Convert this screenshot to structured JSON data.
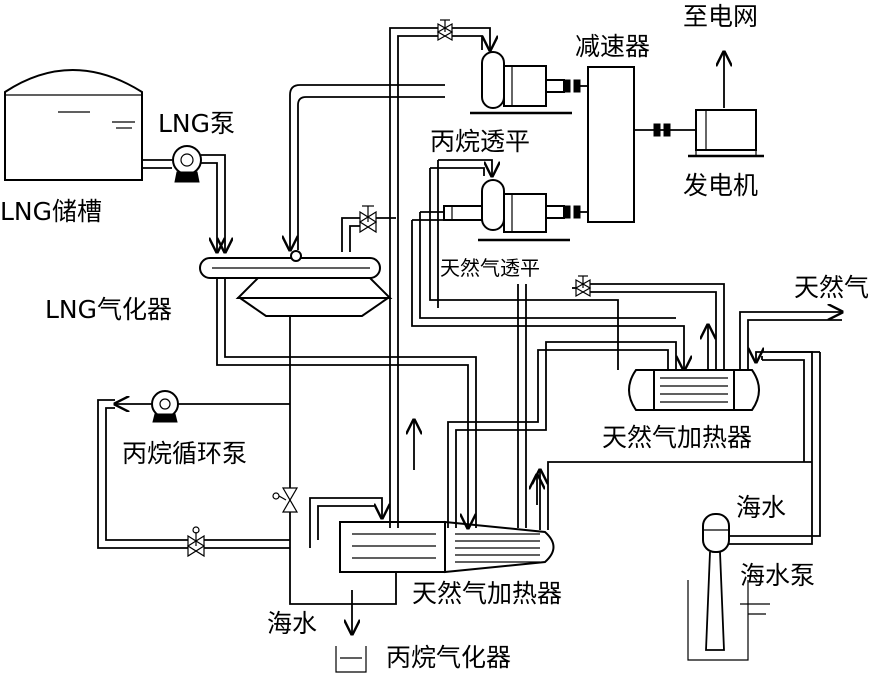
{
  "labels": {
    "lng_tank": "LNG储槽",
    "lng_pump": "LNG泵",
    "lng_vaporizer": "LNG气化器",
    "propane_circulation_pump": "丙烷循环泵",
    "gas_heater_bottom": "天然气加热器",
    "gas_heater_right": "天然气加热器",
    "seawater_left": "海水",
    "seawater_right": "海水",
    "seawater_pump": "海水泵",
    "propane_vaporizer": "丙烷气化器",
    "reducer": "减速器",
    "to_grid": "至电网",
    "generator": "发电机",
    "propane_turbine": "丙烷透平",
    "gas_turbine": "天然气透平",
    "natural_gas_out": "天然气"
  }
}
